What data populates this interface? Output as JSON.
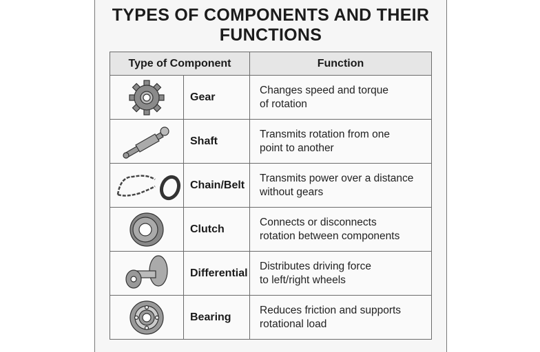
{
  "title": {
    "line1": "TYPES OF COMPONENTS AND THEIR",
    "line2": "FUNCTIONS"
  },
  "table": {
    "headers": {
      "type": "Type of Component",
      "function": "Function"
    },
    "rows": [
      {
        "icon": "gear-icon",
        "name": "Gear",
        "function": [
          "Changes speed and torque",
          "of rotation"
        ]
      },
      {
        "icon": "shaft-icon",
        "name": "Shaft",
        "function": [
          "Transmits rotation from one",
          "point to another"
        ]
      },
      {
        "icon": "chain-belt-icon",
        "name": "Chain/Belt",
        "function": [
          "Transmits power over a distance",
          "without gears"
        ]
      },
      {
        "icon": "clutch-icon",
        "name": "Clutch",
        "function": [
          "Connects or disconnects",
          "rotation between components"
        ]
      },
      {
        "icon": "differential-icon",
        "name": "Differential",
        "function": [
          "Distributes driving force",
          "to left/right wheels"
        ]
      },
      {
        "icon": "bearing-icon",
        "name": "Bearing",
        "function": [
          "Reduces friction and supports",
          "rotational load"
        ]
      }
    ]
  }
}
